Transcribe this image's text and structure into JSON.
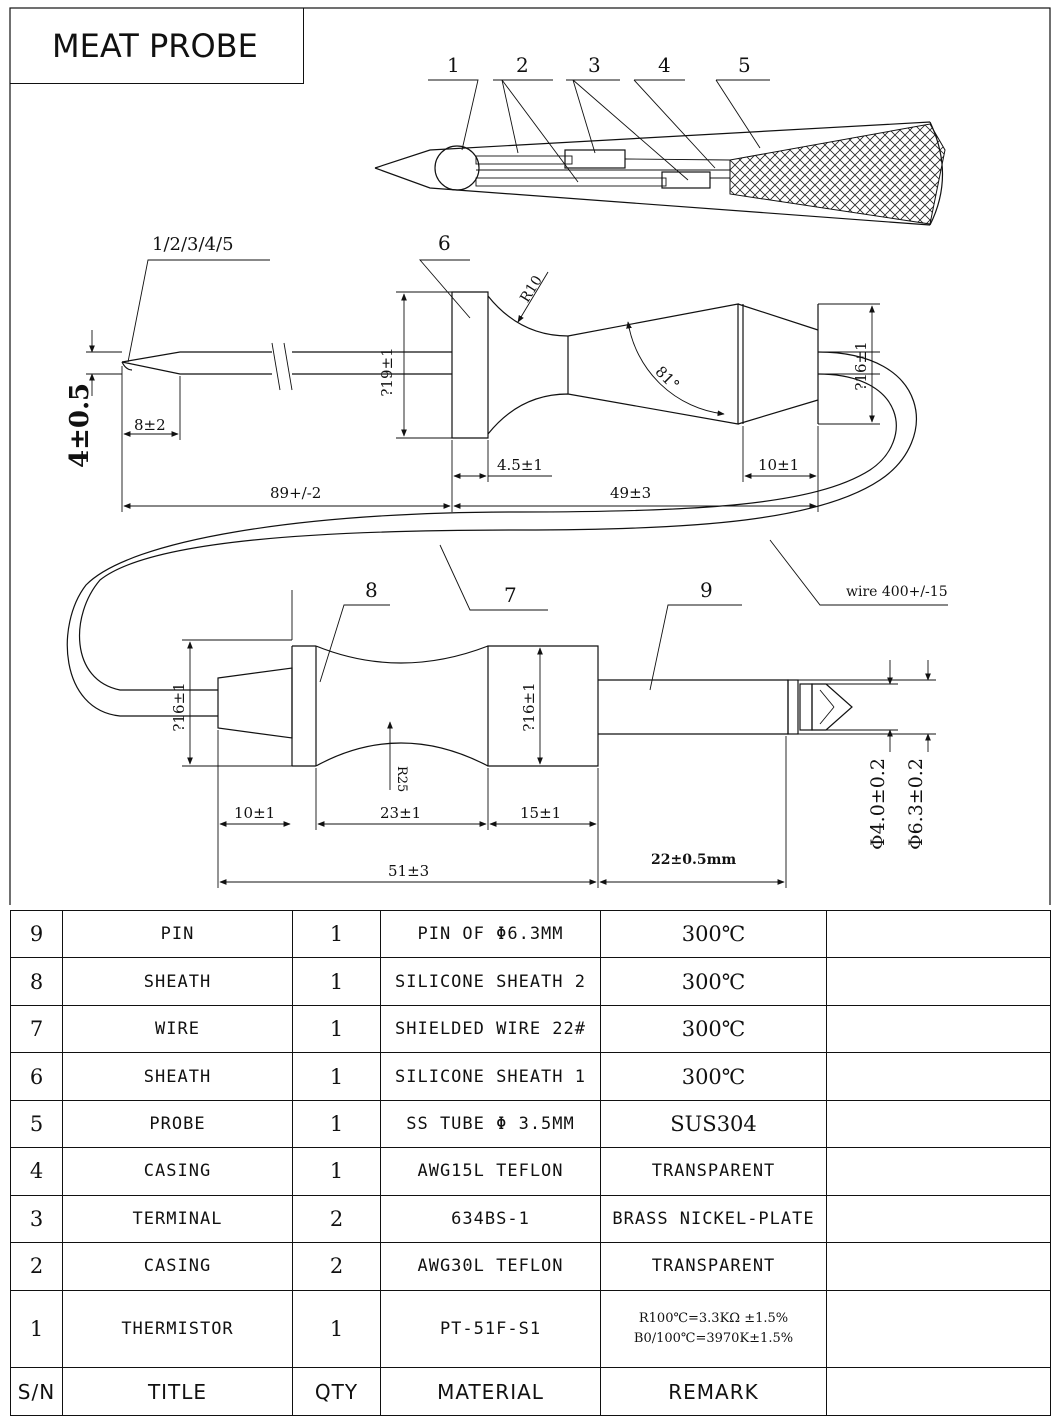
{
  "title": "MEAT PROBE",
  "callouts": {
    "c1": "1",
    "c2": "2",
    "c3": "3",
    "c4": "4",
    "c5": "5",
    "c12345": "1/2/3/4/5",
    "c6": "6",
    "c7": "7",
    "c8": "8",
    "c9": "9"
  },
  "dims": {
    "r10": "R10",
    "d19": "?19±1",
    "d16a": "?16±1",
    "angle81": "81°",
    "d4": "4±0.5",
    "d8": "8±2",
    "d89": "89+/-2",
    "d45": "4.5±1",
    "d49": "49±3",
    "d10a": "10±1",
    "wire": "wire 400+/-15",
    "d16b": "?16±1",
    "d16c": "?16±1",
    "r25": "R25",
    "d10b": "10±1",
    "d23": "23±1",
    "d15": "15±1",
    "d51": "51±3",
    "d22": "22±0.5mm",
    "phi4": "Φ4.0±0.2",
    "phi63": "Φ6.3±0.2"
  },
  "table": {
    "headers": {
      "sn": "S/N",
      "title": "TITLE",
      "qty": "QTY",
      "material": "MATERIAL",
      "remark": "REMARK"
    },
    "rows": [
      {
        "sn": "9",
        "title": "PIN",
        "qty": "1",
        "material": "PIN OF Φ6.3MM",
        "remark": "300℃"
      },
      {
        "sn": "8",
        "title": "SHEATH",
        "qty": "1",
        "material": "SILICONE SHEATH 2",
        "remark": "300℃"
      },
      {
        "sn": "7",
        "title": "WIRE",
        "qty": "1",
        "material": "SHIELDED WIRE 22#",
        "remark": "300℃"
      },
      {
        "sn": "6",
        "title": "SHEATH",
        "qty": "1",
        "material": "SILICONE SHEATH 1",
        "remark": "300℃"
      },
      {
        "sn": "5",
        "title": "PROBE",
        "qty": "1",
        "material": "SS TUBE Φ 3.5MM",
        "remark": "SUS304"
      },
      {
        "sn": "4",
        "title": "CASING",
        "qty": "1",
        "material": "AWG15L TEFLON",
        "remark": "TRANSPARENT"
      },
      {
        "sn": "3",
        "title": "TERMINAL",
        "qty": "2",
        "material": "634BS-1",
        "remark": "BRASS NICKEL-PLATE"
      },
      {
        "sn": "2",
        "title": "CASING",
        "qty": "2",
        "material": "AWG30L TEFLON",
        "remark": "TRANSPARENT"
      },
      {
        "sn": "1",
        "title": "THERMISTOR",
        "qty": "1",
        "material": "PT-51F-S1",
        "remark1": "R100℃=3.3KΩ ±1.5%",
        "remark2": "B0/100℃=3970K±1.5%"
      }
    ]
  }
}
